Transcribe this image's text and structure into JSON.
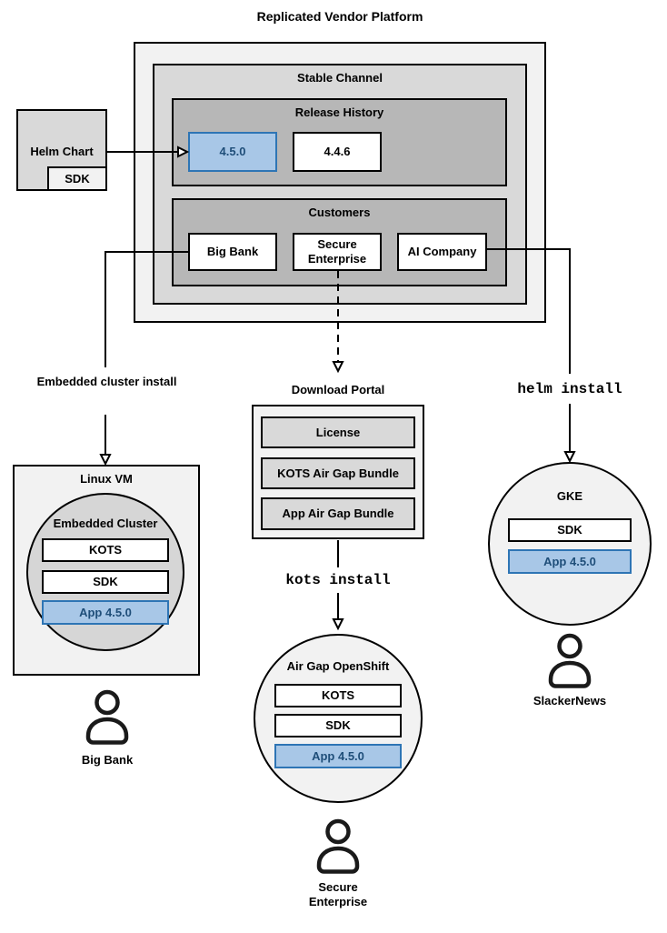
{
  "diagram": {
    "title": "Replicated Vendor Platform",
    "stable_channel": {
      "label": "Stable Channel",
      "release_history": {
        "label": "Release History",
        "current_release": "4.5.0",
        "previous_release": "4.4.6"
      },
      "customers": {
        "label": "Customers",
        "big_bank": "Big Bank",
        "secure_enterprise": "Secure Enterprise",
        "ai_company": "AI Company"
      }
    },
    "helm_chart": {
      "label": "Helm Chart",
      "sdk": "SDK"
    },
    "connectors": {
      "embedded_cluster_install": "Embedded cluster install",
      "helm_install": "helm install",
      "kots_install": "kots install"
    },
    "download_portal": {
      "label": "Download Portal",
      "items": [
        "License",
        "KOTS Air Gap Bundle",
        "App Air Gap Bundle"
      ]
    },
    "linux_vm": {
      "label": "Linux VM",
      "embedded_cluster": {
        "label": "Embedded Cluster",
        "kots": "KOTS",
        "sdk": "SDK",
        "app": "App 4.5.0"
      },
      "user": "Big Bank"
    },
    "openshift": {
      "label": "Air Gap OpenShift",
      "kots": "KOTS",
      "sdk": "SDK",
      "app": "App 4.5.0",
      "user": "Secure Enterprise"
    },
    "gke": {
      "label": "GKE",
      "sdk": "SDK",
      "app": "App 4.5.0",
      "user": "SlackerNews"
    },
    "colors": {
      "highlight_fill": "#a8c7e7",
      "highlight_border": "#2e75b5",
      "highlight_text": "#1f4e79",
      "gray_light": "#f2f2f2",
      "gray_mid": "#d9d9d9",
      "gray_dark": "#b7b7b7"
    }
  }
}
